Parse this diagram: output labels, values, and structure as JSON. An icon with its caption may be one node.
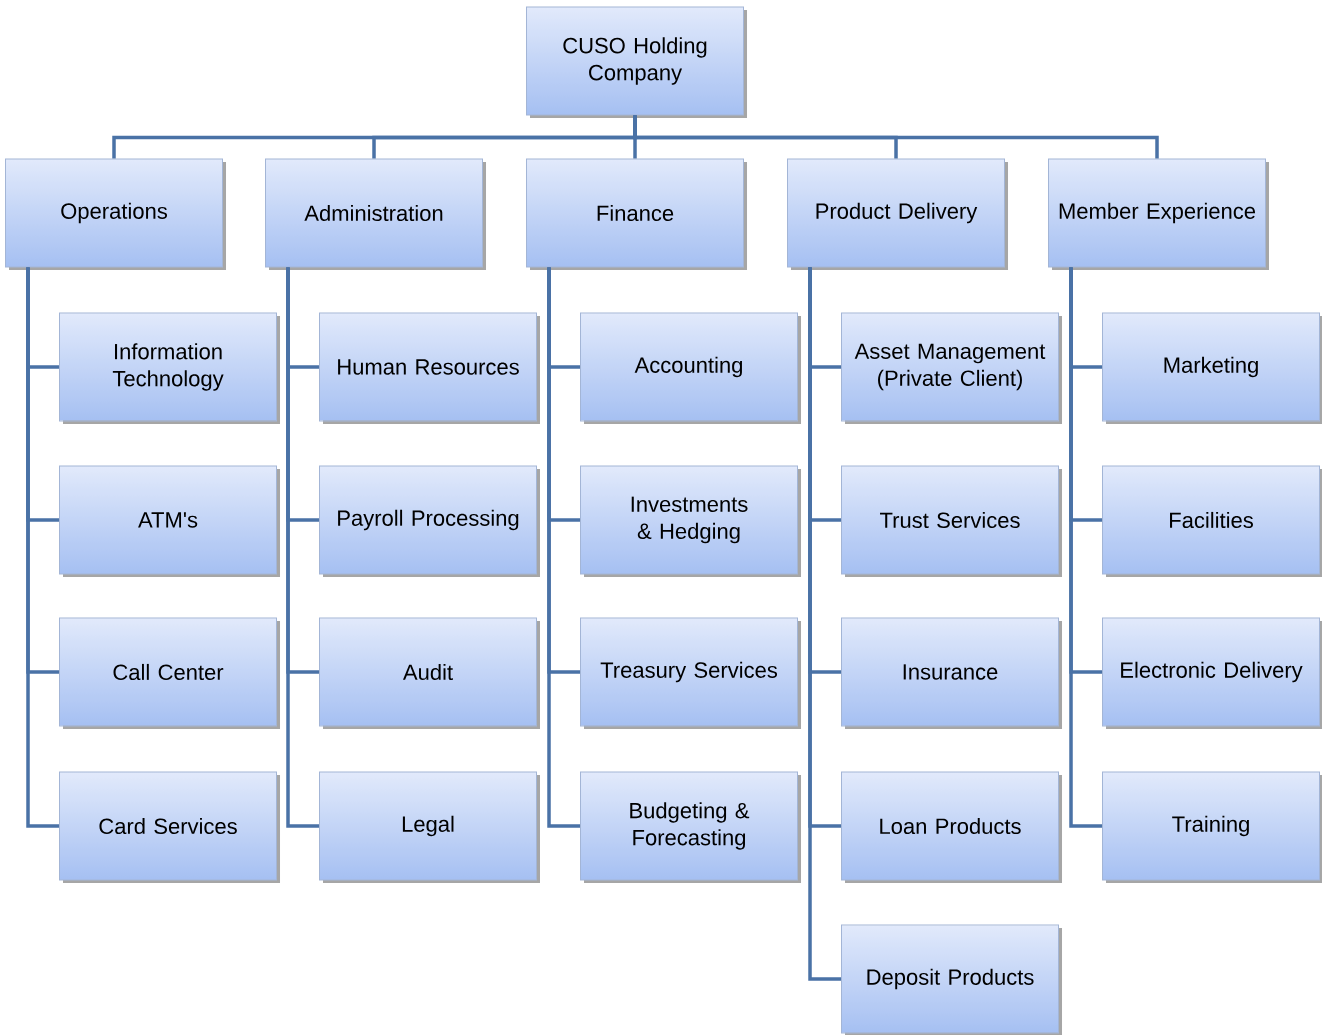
{
  "diagram": {
    "nodes": [
      {
        "text": [
          "CUSO Holding Company"
        ]
      },
      {
        "text": [
          "Operations"
        ]
      },
      {
        "text": [
          "Administration"
        ]
      },
      {
        "text": [
          "Finance"
        ]
      },
      {
        "text": [
          "Product Delivery"
        ]
      },
      {
        "text": [
          "Member Experience"
        ]
      },
      {
        "text": [
          "Information Technology"
        ]
      },
      {
        "text": [
          "ATM's"
        ]
      },
      {
        "text": [
          "Call Center"
        ]
      },
      {
        "text": [
          "Card Services"
        ]
      },
      {
        "text": [
          "Human Resources"
        ]
      },
      {
        "text": [
          "Payroll Processing"
        ]
      },
      {
        "text": [
          "Audit"
        ]
      },
      {
        "text": [
          "Legal"
        ]
      },
      {
        "text": [
          "Accounting"
        ]
      },
      {
        "text": [
          "Investments & Hedging"
        ]
      },
      {
        "text": [
          "Treasury Services"
        ]
      },
      {
        "text": [
          "Budgeting & Forecasting"
        ]
      },
      {
        "text": [
          "Asset Management (Private Client)"
        ]
      },
      {
        "text": [
          "Trust Services"
        ]
      },
      {
        "text": [
          "Insurance"
        ]
      },
      {
        "text": [
          "Loan Products"
        ]
      },
      {
        "text": [
          "Deposit Products"
        ]
      },
      {
        "text": [
          "Marketing"
        ]
      },
      {
        "text": [
          "Facilities"
        ]
      },
      {
        "text": [
          "Electronic Delivery"
        ]
      },
      {
        "text": [
          "Training"
        ]
      }
    ],
    "edges": [
      {
        "from": 0,
        "to": 1,
        "arrow": "none"
      },
      {
        "from": 0,
        "to": 2,
        "arrow": "none"
      },
      {
        "from": 0,
        "to": 3,
        "arrow": "none"
      },
      {
        "from": 0,
        "to": 4,
        "arrow": "none"
      },
      {
        "from": 0,
        "to": 5,
        "arrow": "none"
      },
      {
        "from": 1,
        "to": 6,
        "arrow": "none"
      },
      {
        "from": 1,
        "to": 7,
        "arrow": "none"
      },
      {
        "from": 1,
        "to": 8,
        "arrow": "none"
      },
      {
        "from": 1,
        "to": 9,
        "arrow": "none"
      },
      {
        "from": 2,
        "to": 10,
        "arrow": "none"
      },
      {
        "from": 2,
        "to": 11,
        "arrow": "none"
      },
      {
        "from": 2,
        "to": 12,
        "arrow": "none"
      },
      {
        "from": 2,
        "to": 13,
        "arrow": "none"
      },
      {
        "from": 3,
        "to": 14,
        "arrow": "none"
      },
      {
        "from": 3,
        "to": 15,
        "arrow": "none"
      },
      {
        "from": 3,
        "to": 16,
        "arrow": "none"
      },
      {
        "from": 3,
        "to": 17,
        "arrow": "none"
      },
      {
        "from": 4,
        "to": 18,
        "arrow": "none"
      },
      {
        "from": 4,
        "to": 19,
        "arrow": "none"
      },
      {
        "from": 4,
        "to": 20,
        "arrow": "none"
      },
      {
        "from": 4,
        "to": 21,
        "arrow": "none"
      },
      {
        "from": 4,
        "to": 22,
        "arrow": "none"
      },
      {
        "from": 5,
        "to": 23,
        "arrow": "none"
      },
      {
        "from": 5,
        "to": 24,
        "arrow": "none"
      },
      {
        "from": 5,
        "to": 25,
        "arrow": "none"
      },
      {
        "from": 5,
        "to": 26,
        "arrow": "none"
      }
    ]
  }
}
